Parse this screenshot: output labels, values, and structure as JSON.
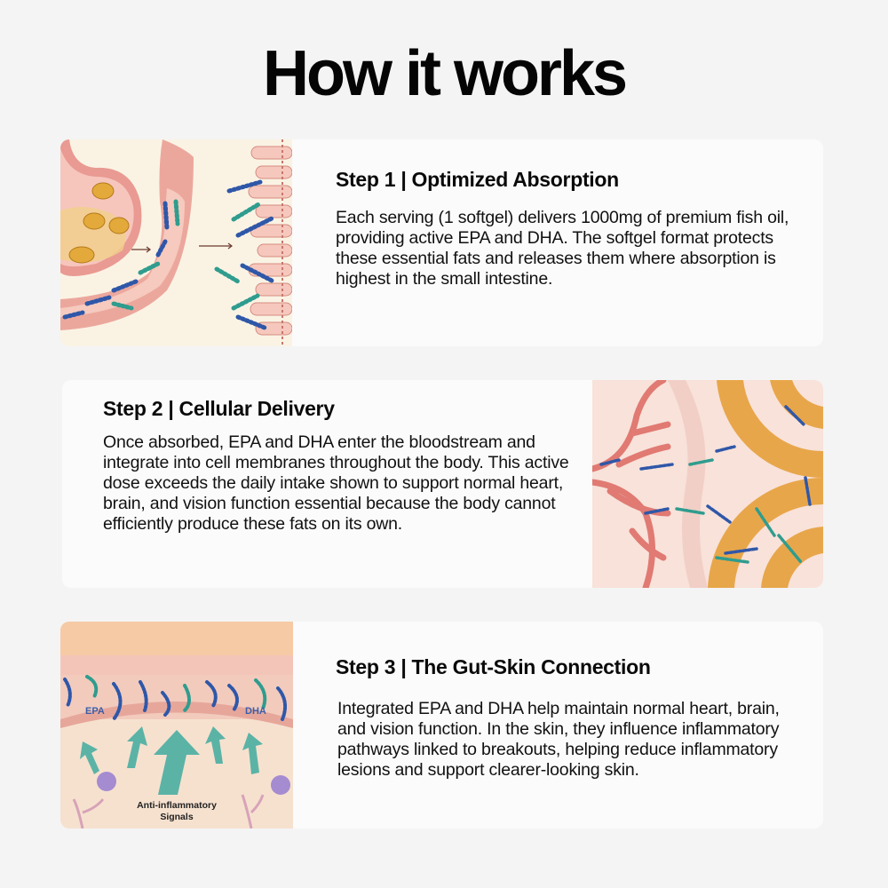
{
  "page": {
    "title": "How it works"
  },
  "steps": [
    {
      "heading": "Step 1 | Optimized Absorption",
      "body": "Each serving (1 softgel) delivers 1000mg of premium fish oil, providing active EPA and DHA. The softgel format protects these essential fats and releases them where absorption is highest in the small intestine.",
      "illustration": "stomach-intestine-absorption-illustration"
    },
    {
      "heading": "Step 2 | Cellular Delivery",
      "body": "Once absorbed, EPA and DHA enter the bloodstream and integrate into cell membranes throughout the body. This active dose exceeds the daily intake shown to support normal heart, brain, and vision function essential because the body cannot efficiently produce these fats on its own.",
      "illustration": "blood-vessel-cell-membrane-illustration"
    },
    {
      "heading": "Step 3 | The Gut-Skin Connection",
      "body": "Integrated EPA and DHA help maintain normal heart, brain, and vision function. In the skin, they influence inflammatory pathways linked to breakouts, helping reduce inflammatory lesions and support clearer-looking skin.",
      "illustration": "skin-layers-anti-inflammatory-illustration",
      "labels": {
        "epa": "EPA",
        "dha": "DHA",
        "signals_line1": "Anti-inflammatory",
        "signals_line2": "Signals"
      }
    }
  ],
  "colors": {
    "background": "#f4f4f4",
    "card": "#fbfbfb",
    "text": "#111111",
    "epa_blue": "#2f57a8",
    "dha_teal": "#2f9c8e",
    "tissue_pink": "#f2bdb2",
    "membrane_orange": "#e8a64a"
  }
}
